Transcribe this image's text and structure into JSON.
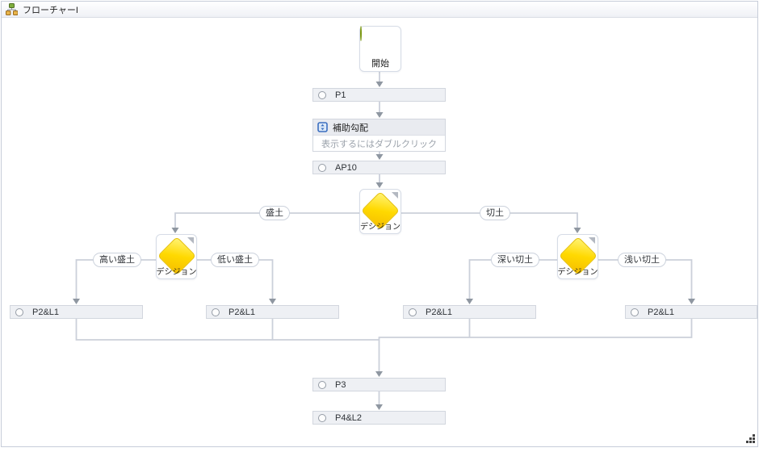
{
  "window": {
    "title": "フローチャーI"
  },
  "nodes": {
    "start": {
      "label": "開始"
    },
    "p1": {
      "label": "P1"
    },
    "subchart": {
      "title": "補助勾配",
      "hint": "表示するにはダブルクリック"
    },
    "ap10": {
      "label": "AP10"
    },
    "decision_main": {
      "label": "デシジョン"
    },
    "decision_left": {
      "label": "デシジョン"
    },
    "decision_right": {
      "label": "デシジョン"
    },
    "p2_1": {
      "label": "P2&L1"
    },
    "p2_2": {
      "label": "P2&L1"
    },
    "p2_3": {
      "label": "P2&L1"
    },
    "p2_4": {
      "label": "P2&L1"
    },
    "p3": {
      "label": "P3"
    },
    "p4": {
      "label": "P4&L2"
    }
  },
  "branches": {
    "fill": "盛土",
    "cut": "切土",
    "high_fill": "高い盛土",
    "low_fill": "低い盛土",
    "deep_cut": "深い切土",
    "shallow_cut": "浅い切土"
  },
  "icons": {
    "titlebar": "flowchart-hierarchy-icon",
    "subchart": "subprocess-window-icon",
    "process": "circle-outline-icon",
    "start": "green-circle-shape",
    "decision": "yellow-diamond-shape",
    "corner": "fold-corner-icon",
    "grip": "resize-grip-icon"
  },
  "colors": {
    "start_node": "#8bab19",
    "decision_node": "#ffd900",
    "connector": "#c9ced8",
    "arrowhead": "#8f97a1",
    "box_fill": "#eef0f4",
    "box_border": "#d2d6de",
    "subchart_icon": "#3c6fc0",
    "hint_text": "#9ba2ab"
  }
}
